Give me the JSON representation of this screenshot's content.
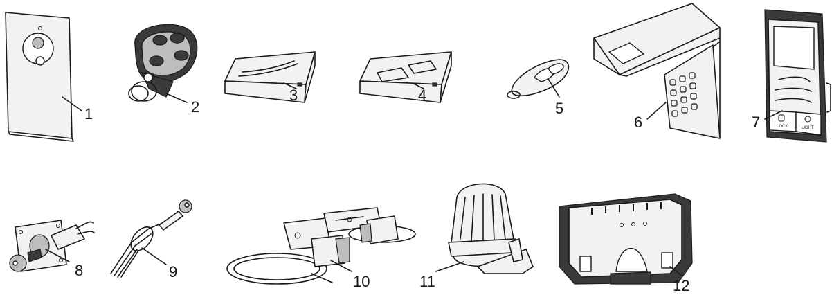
{
  "labels": [
    "1",
    "2",
    "3",
    "4",
    "5",
    "6",
    "7",
    "8",
    "9",
    "10",
    "11",
    "12"
  ],
  "panel_text": {
    "lock": "LOCK",
    "light": "LIGHT"
  }
}
